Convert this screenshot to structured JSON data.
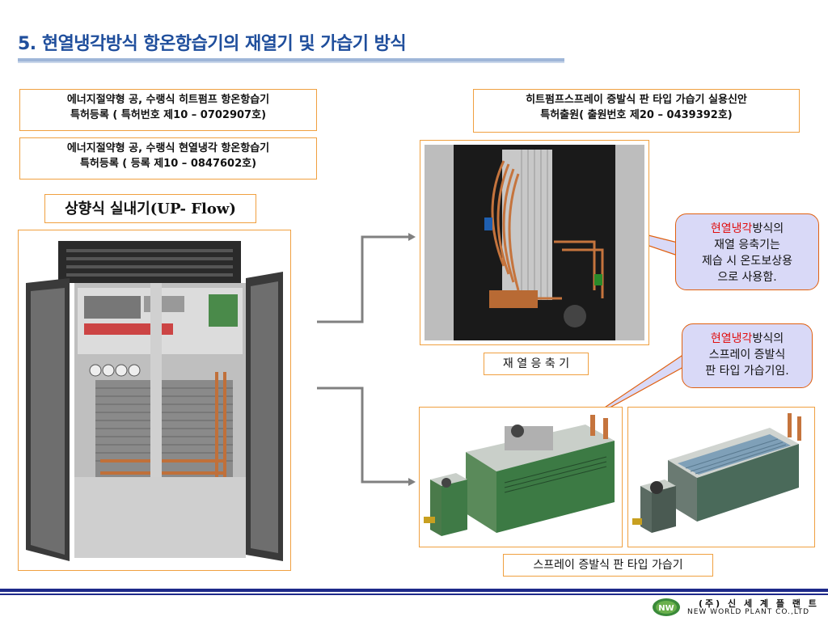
{
  "title": "5. 현열냉각방식 항온항습기의 재열기 및 가습기 방식",
  "patent_boxes": [
    {
      "line1": "에너지절약형 공, 수랭식 히트펌프 항온항습기",
      "line2": "특허등록 ( 특허번호 제10 – 0702907호)"
    },
    {
      "line1": "에너지절약형 공, 수랭식 현열냉각 항온항습기",
      "line2": "특허등록 ( 등록 제10 – 0847602호)"
    },
    {
      "line1": "히트펌프스프레이 증발식 판 타입 가습기 실용신안",
      "line2": "특허출원( 출원번호 제20 – 0439392호)"
    }
  ],
  "unit_label": "상향식 실내기(UP- Flow)",
  "captions": {
    "reheater": "재 열 응 축 기",
    "humidifier": "스프레이 증발식 판 타입 가습기"
  },
  "callouts": [
    {
      "highlight": "현열냉각",
      "text_after": "방식의",
      "line2": "재열 응축기는",
      "line3": "제습 시 온도보상용",
      "line4": "으로 사용함."
    },
    {
      "highlight": "현열냉각",
      "text_after": "방식의",
      "line2": "스프레이 증발식",
      "line3": "판 타입 가습기임.",
      "line4": ""
    }
  ],
  "footer": {
    "company_ko": "(주) 신 세 계 플 랜 트",
    "company_en": "NEW WORLD PLANT CO.,LTD",
    "logo_text": "NW"
  },
  "colors": {
    "title": "#1f4e9c",
    "box_border": "#f0a040",
    "callout_bg": "#d9d9f7",
    "callout_border": "#e06010",
    "highlight": "#e01010",
    "footer_line": "#1e2a8a"
  }
}
